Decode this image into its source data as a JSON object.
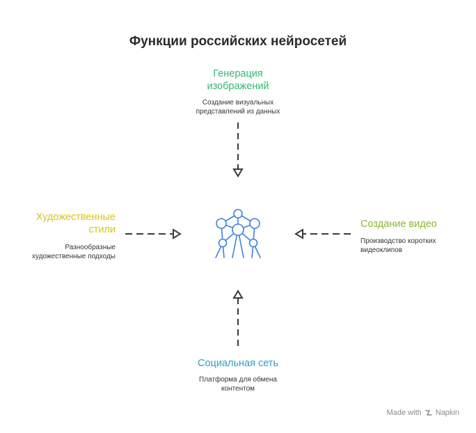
{
  "title": "Функции российских нейросетей",
  "center_icon": "neural-network-icon",
  "nodes": {
    "top": {
      "heading_line1": "Генерация",
      "heading_line2": "изображений",
      "desc_line1": "Создание визуальных",
      "desc_line2": "представлений из данных",
      "color": "#34b66f"
    },
    "left": {
      "heading_line1": "Художественные",
      "heading_line2": "стили",
      "desc_line1": "Разнообразные",
      "desc_line2": "художественные подходы",
      "color": "#d8c41e"
    },
    "right": {
      "heading": "Создание видео",
      "desc_line1": "Производство коротких",
      "desc_line2": "видеоклипов",
      "color": "#8ab82e"
    },
    "bottom": {
      "heading": "Социальная сеть",
      "desc_line1": "Платформа для обмена",
      "desc_line2": "контентом",
      "color": "#2aa0c8"
    }
  },
  "footer": {
    "prefix": "Made with",
    "brand": "Napkin"
  }
}
